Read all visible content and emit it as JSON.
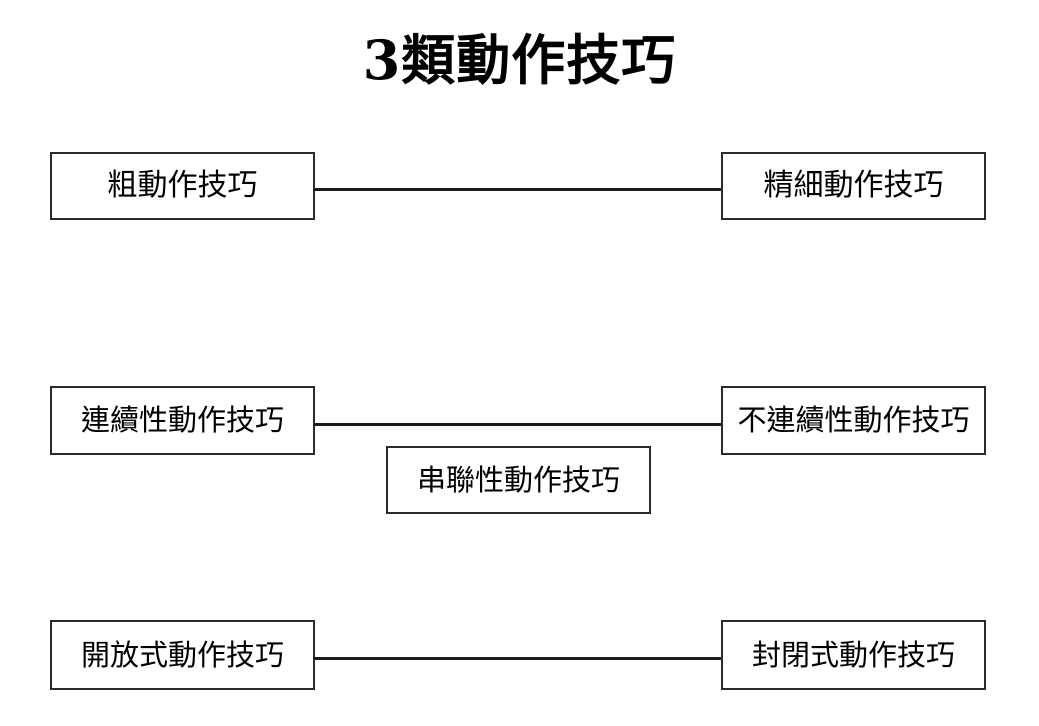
{
  "document": {
    "title": "3類動作技巧",
    "background_color": "#ffffff",
    "text_color": "#000000",
    "border_color": "#2b2b2b",
    "line_color": "#1c1c1c"
  },
  "diagram": {
    "type": "paired-continuum",
    "rows": [
      {
        "id": "row-1",
        "left": {
          "label": "粗動作技巧"
        },
        "right": {
          "label": "精細動作技巧"
        },
        "connector": true
      },
      {
        "id": "row-2",
        "left": {
          "label": "連續性動作技巧"
        },
        "right": {
          "label": "不連續性動作技巧"
        },
        "middle": {
          "label": "串聯性動作技巧"
        },
        "connector": true
      },
      {
        "id": "row-3",
        "left": {
          "label": "開放式動作技巧"
        },
        "right": {
          "label": "封閉式動作技巧"
        },
        "connector": true
      }
    ]
  }
}
